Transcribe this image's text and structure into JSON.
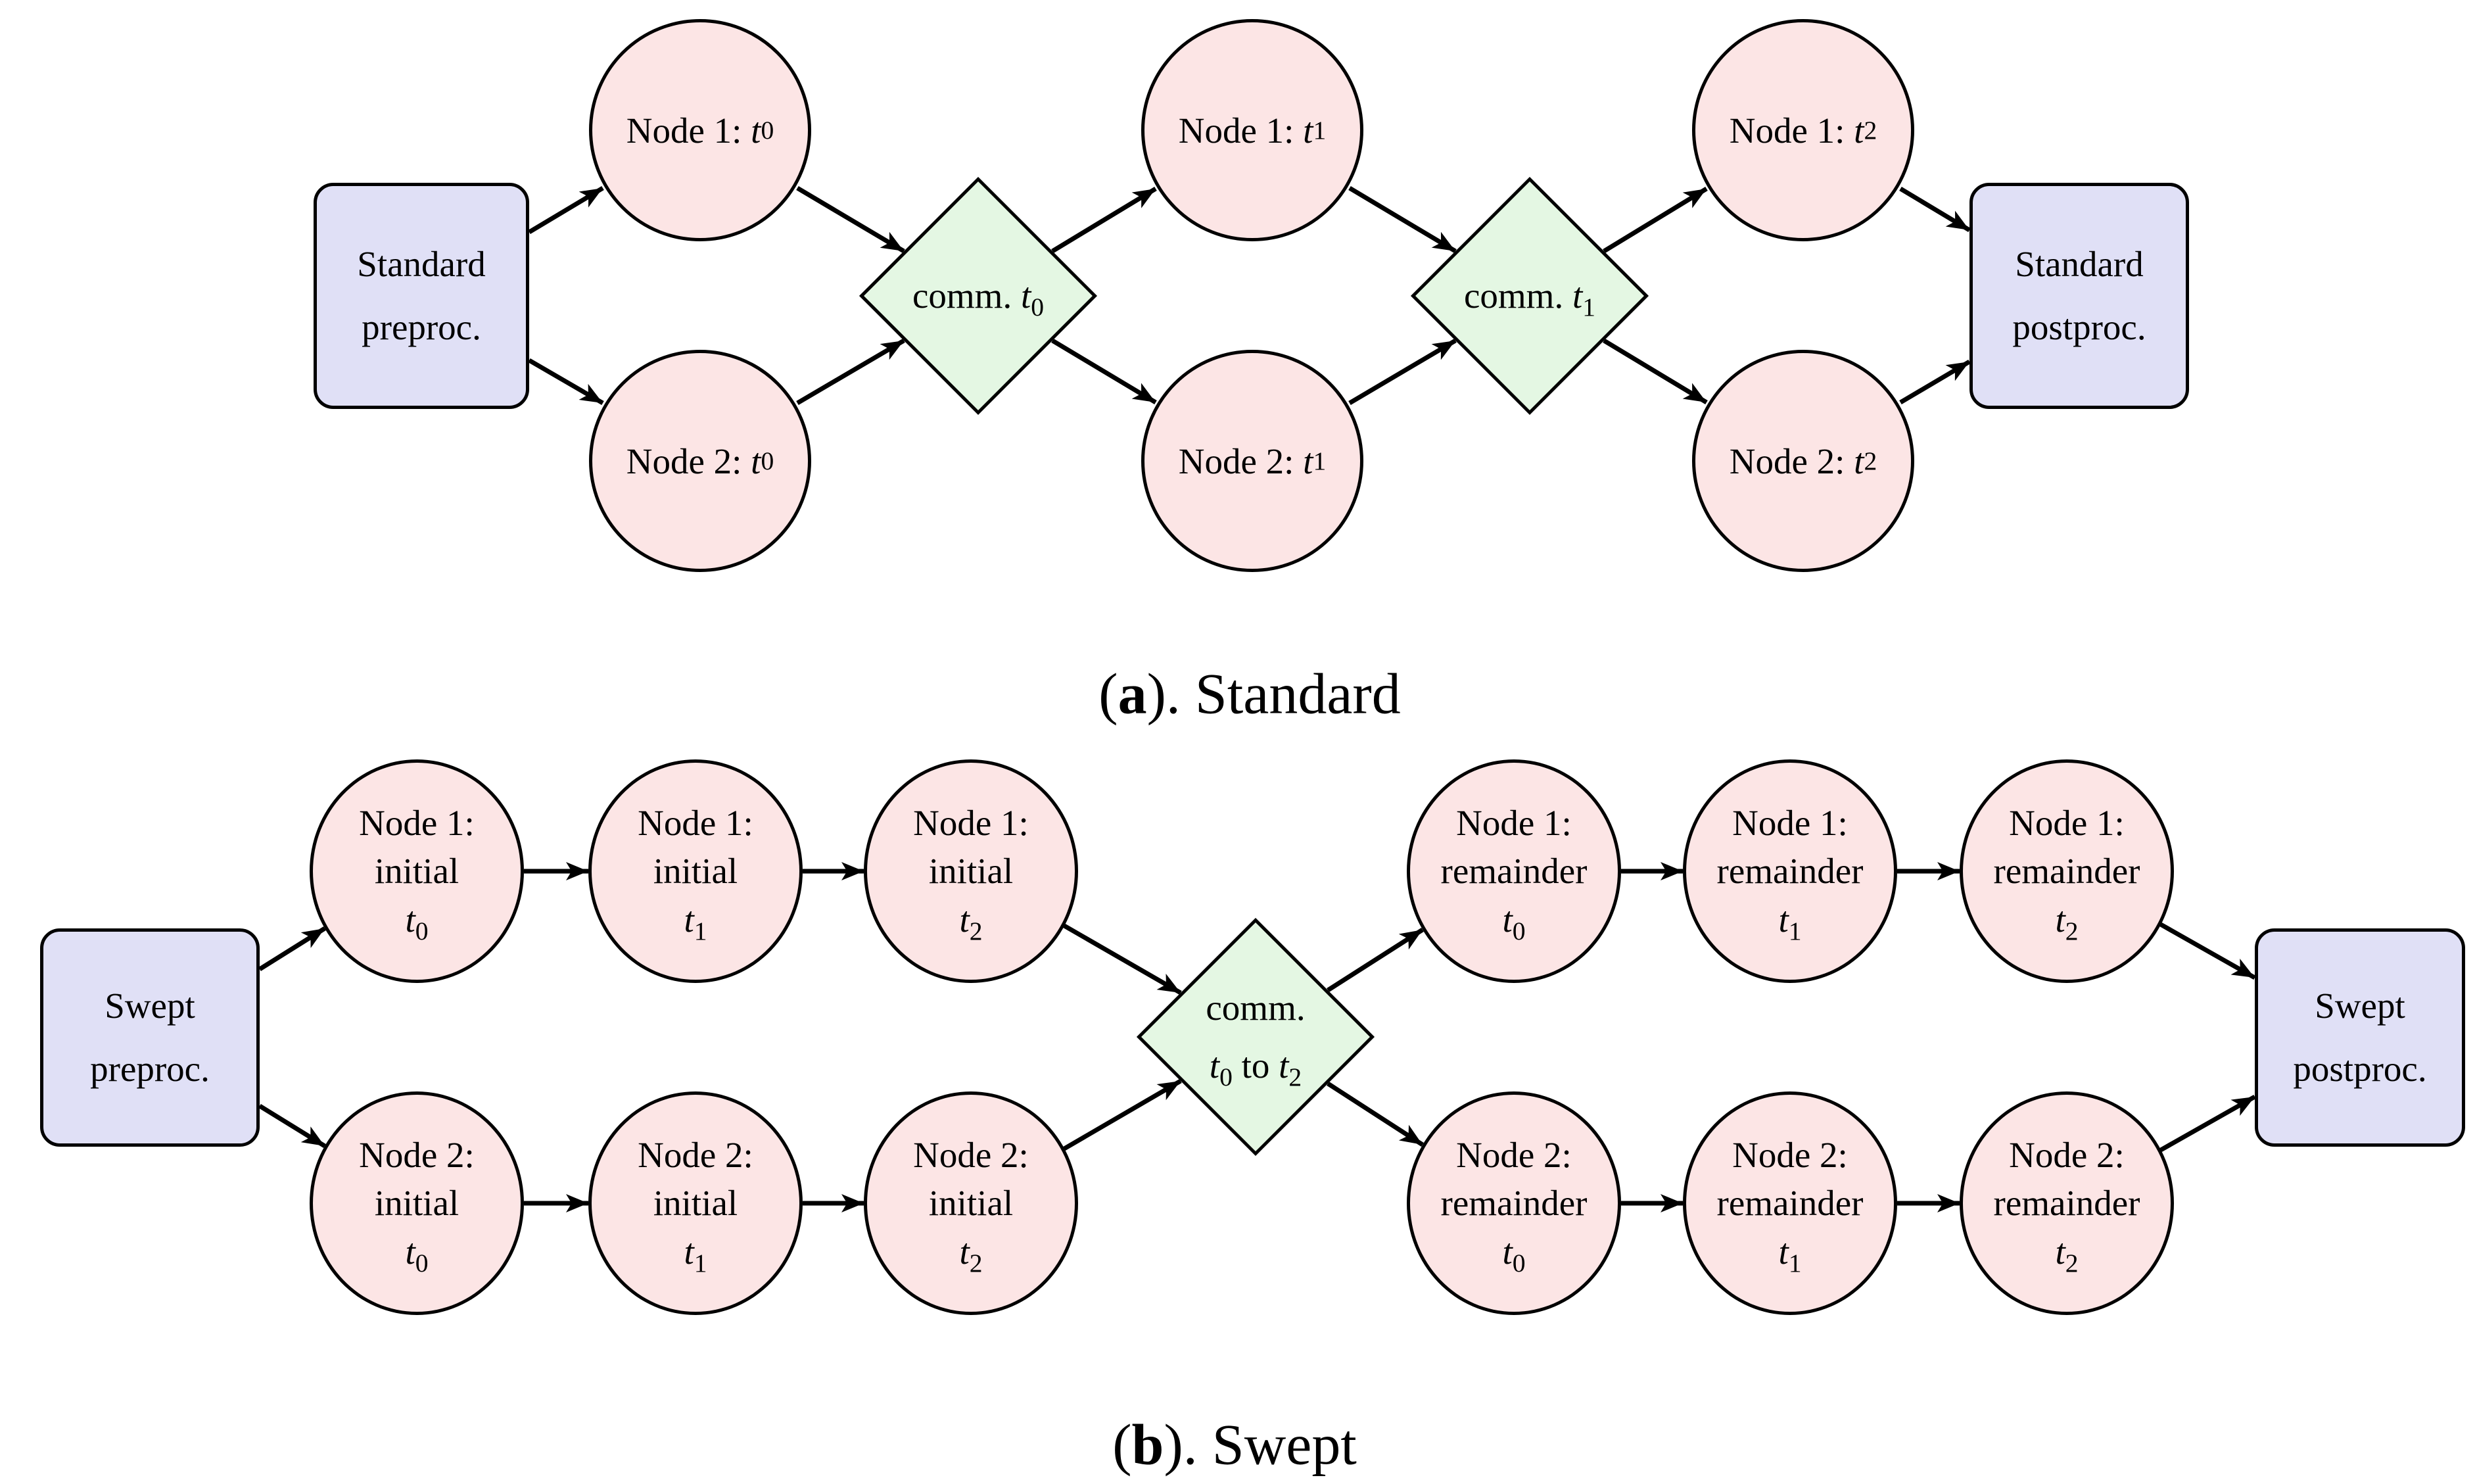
{
  "colors": {
    "node_fill": "#fce5e5",
    "comm_fill": "#e4f7e3",
    "proc_fill": "#e0e0f6",
    "stroke": "#000000"
  },
  "figure": {
    "panel_a": {
      "caption": {
        "paren_open": "(",
        "label": "a",
        "paren_close": ").",
        "title": "Standard"
      },
      "preproc": {
        "line1": "Standard",
        "line2": "preproc."
      },
      "postproc": {
        "line1": "Standard",
        "line2": "postproc."
      },
      "nodes": {
        "n1t0": {
          "name": "Node 1:",
          "var": "t",
          "sub": "0"
        },
        "n2t0": {
          "name": "Node 2:",
          "var": "t",
          "sub": "0"
        },
        "n1t1": {
          "name": "Node 1:",
          "var": "t",
          "sub": "1"
        },
        "n2t1": {
          "name": "Node 2:",
          "var": "t",
          "sub": "1"
        },
        "n1t2": {
          "name": "Node 1:",
          "var": "t",
          "sub": "2"
        },
        "n2t2": {
          "name": "Node 2:",
          "var": "t",
          "sub": "2"
        }
      },
      "diamonds": {
        "d0": {
          "label": "comm.",
          "var": "t",
          "sub": "0"
        },
        "d1": {
          "label": "comm.",
          "var": "t",
          "sub": "1"
        }
      }
    },
    "panel_b": {
      "caption": {
        "paren_open": "(",
        "label": "b",
        "paren_close": ").",
        "title": "Swept"
      },
      "preproc": {
        "line1": "Swept",
        "line2": "preproc."
      },
      "postproc": {
        "line1": "Swept",
        "line2": "postproc."
      },
      "diamond": {
        "line1": "comm.",
        "var1": "t",
        "sub1": "0",
        "mid": "to",
        "var2": "t",
        "sub2": "2"
      },
      "initial_top": [
        {
          "name": "Node 1:",
          "phase": "initial",
          "var": "t",
          "sub": "0"
        },
        {
          "name": "Node 1:",
          "phase": "initial",
          "var": "t",
          "sub": "1"
        },
        {
          "name": "Node 1:",
          "phase": "initial",
          "var": "t",
          "sub": "2"
        }
      ],
      "initial_bottom": [
        {
          "name": "Node 2:",
          "phase": "initial",
          "var": "t",
          "sub": "0"
        },
        {
          "name": "Node 2:",
          "phase": "initial",
          "var": "t",
          "sub": "1"
        },
        {
          "name": "Node 2:",
          "phase": "initial",
          "var": "t",
          "sub": "2"
        }
      ],
      "remainder_top": [
        {
          "name": "Node 1:",
          "phase": "remainder",
          "var": "t",
          "sub": "0"
        },
        {
          "name": "Node 1:",
          "phase": "remainder",
          "var": "t",
          "sub": "1"
        },
        {
          "name": "Node 1:",
          "phase": "remainder",
          "var": "t",
          "sub": "2"
        }
      ],
      "remainder_bottom": [
        {
          "name": "Node 2:",
          "phase": "remainder",
          "var": "t",
          "sub": "0"
        },
        {
          "name": "Node 2:",
          "phase": "remainder",
          "var": "t",
          "sub": "1"
        },
        {
          "name": "Node 2:",
          "phase": "remainder",
          "var": "t",
          "sub": "2"
        }
      ]
    }
  }
}
